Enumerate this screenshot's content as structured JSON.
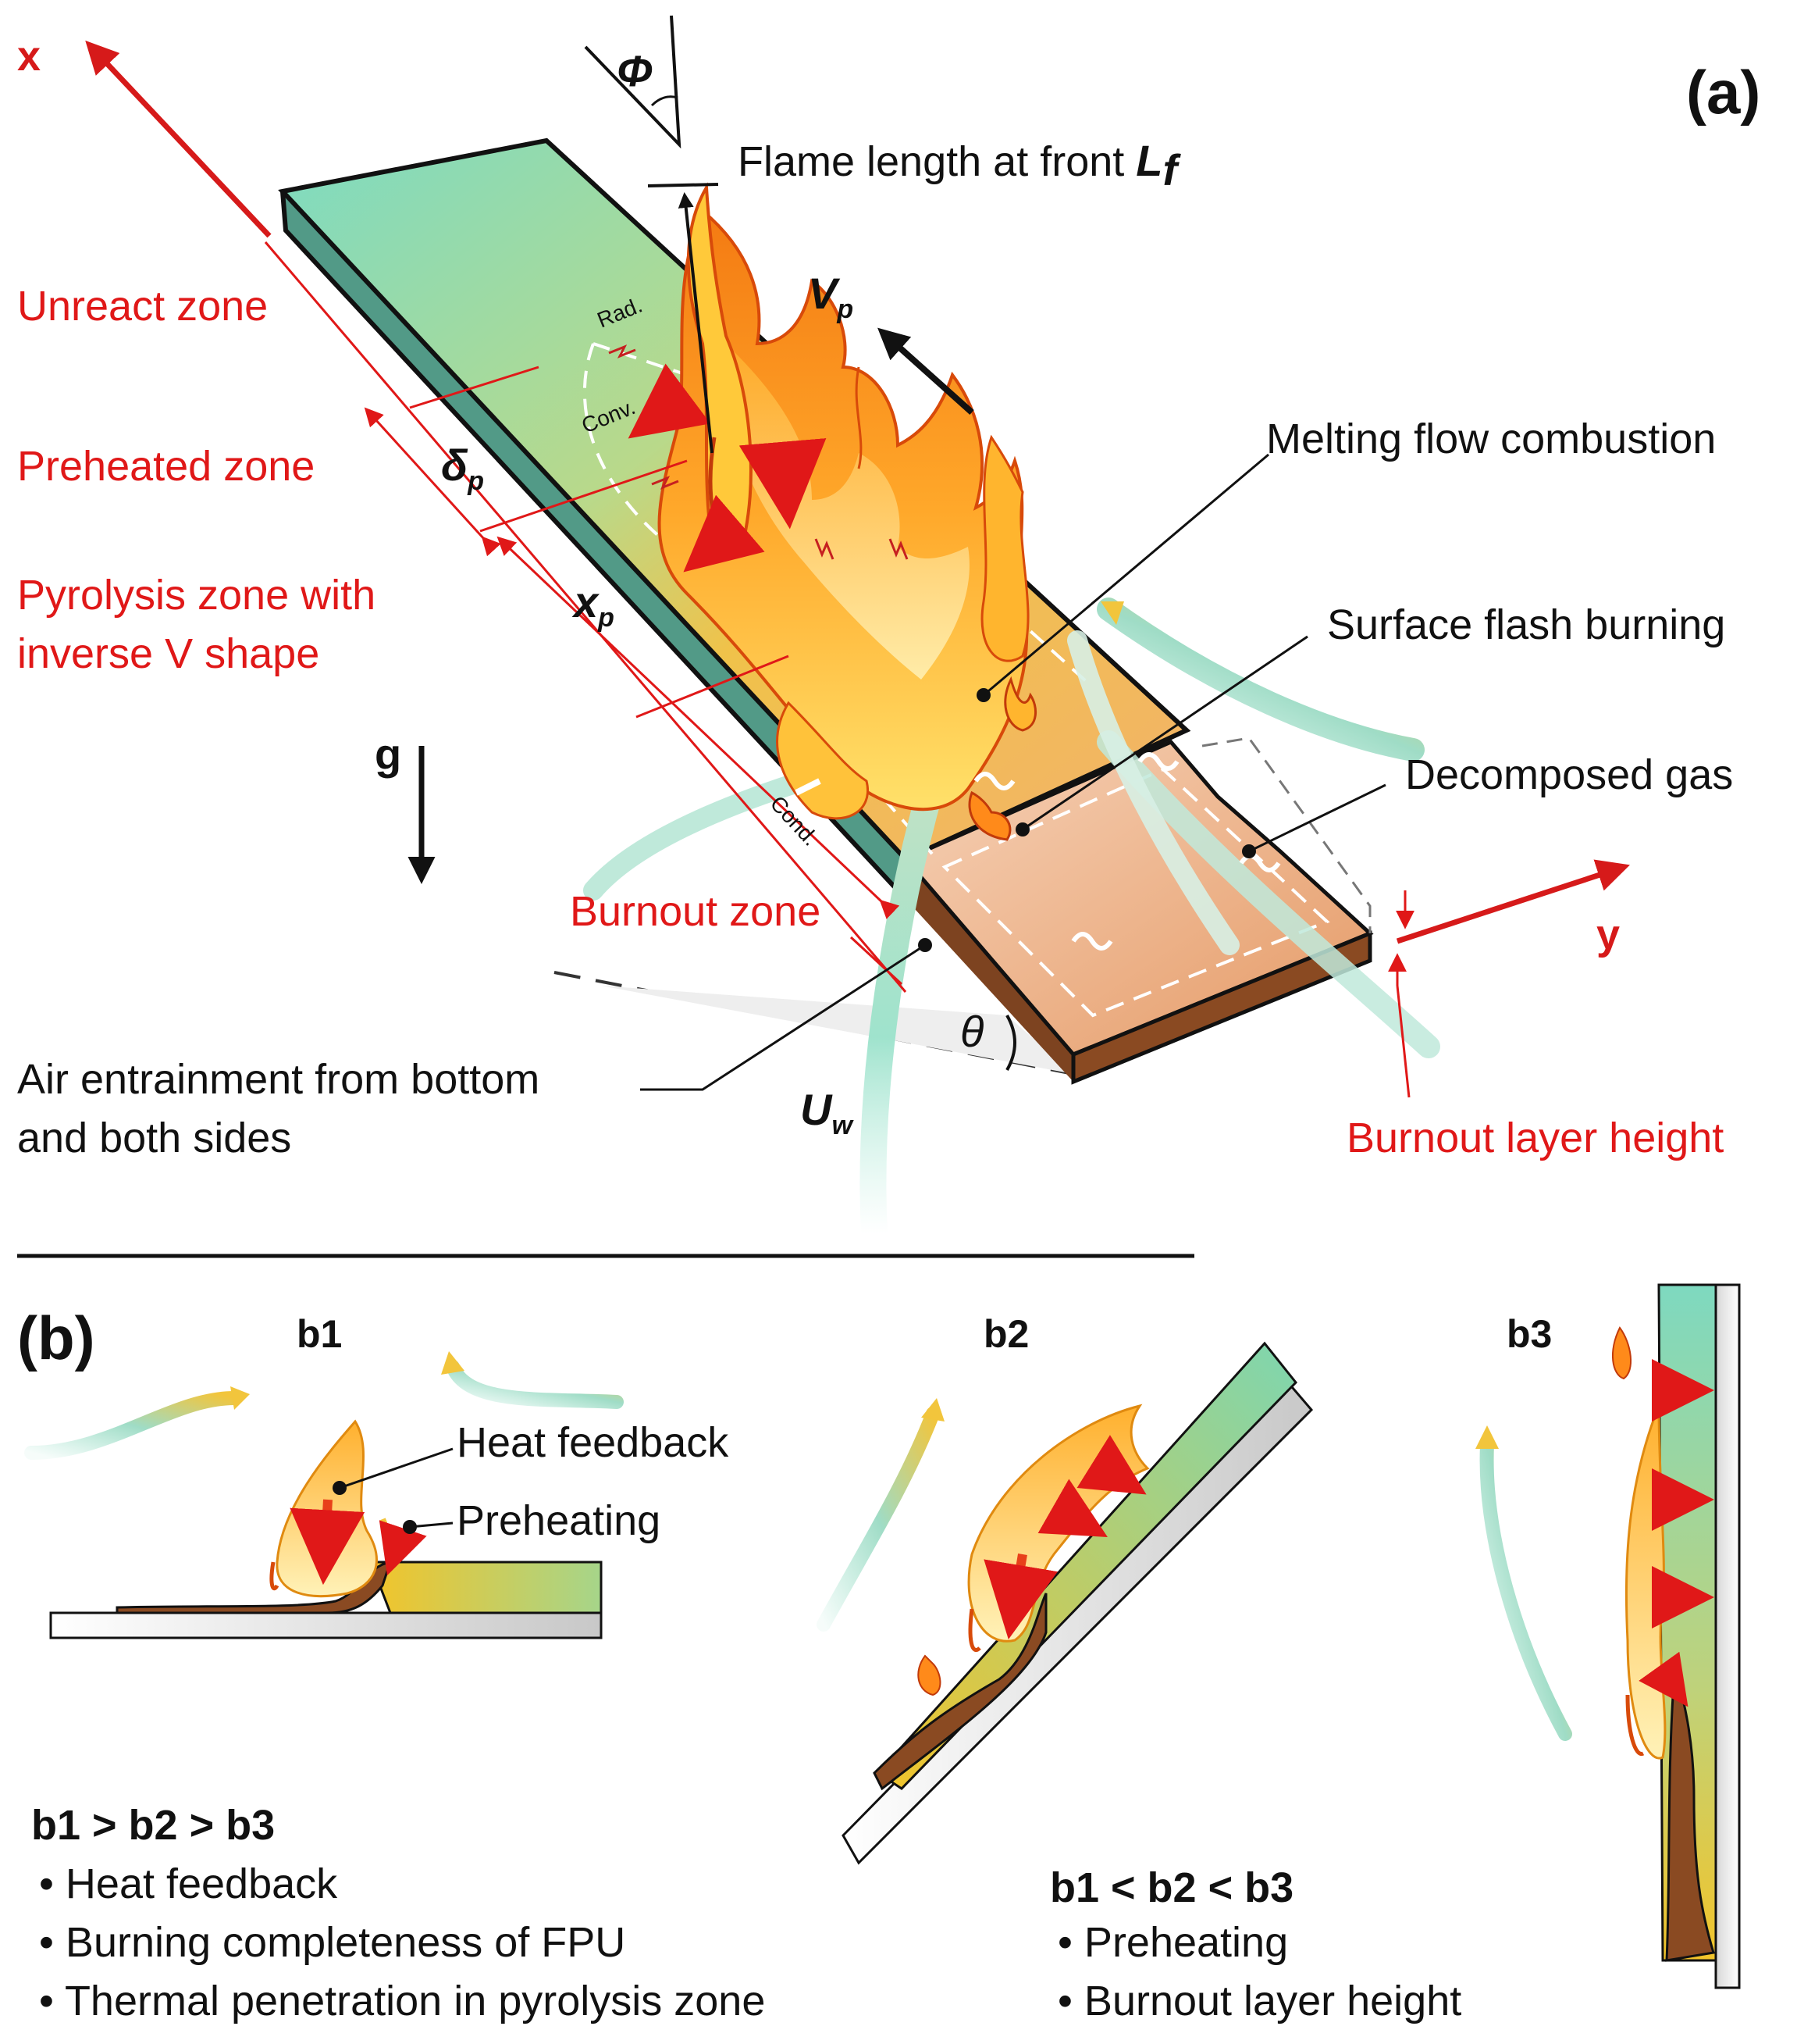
{
  "panel_a": {
    "tag": "(a)",
    "axis_x": "x",
    "axis_y": "y",
    "gravity": "g",
    "phi": "Φ",
    "theta": "θ",
    "flame_length_label": "Flame length at front ",
    "flame_length_symbol": "L",
    "flame_length_sub": "f",
    "vp_symbol": "V",
    "vp_sub": "p",
    "delta_symbol": "δ",
    "delta_sub": "p",
    "xp_symbol": "x",
    "xp_sub": "p",
    "uw_symbol": "U",
    "uw_sub": "w",
    "zones": {
      "unreact": "Unreact zone",
      "preheated": "Preheated zone",
      "pyrolysis_1": "Pyrolysis zone with",
      "pyrolysis_2": "inverse V shape",
      "burnout": "Burnout zone"
    },
    "callouts": {
      "melting": "Melting flow combustion",
      "surface": "Surface flash burning",
      "decomposed": "Decomposed gas",
      "air_1": "Air entrainment from bottom",
      "air_2": "and both sides",
      "burnout_height": "Burnout layer height"
    },
    "heat_modes": {
      "rad": "Rad.",
      "conv": "Conv.",
      "cond": "Cond."
    }
  },
  "panel_b": {
    "tag": "(b)",
    "b1": "b1",
    "b2": "b2",
    "b3": "b3",
    "heat_feedback": "Heat feedback",
    "preheating_callout": "Preheating",
    "list_left": {
      "heading": "b1 > b2 > b3",
      "items": [
        "Heat feedback",
        "Burning completeness of FPU",
        "Thermal penetration in pyrolysis zone"
      ]
    },
    "list_right": {
      "heading": "b1 < b2 < b3",
      "items": [
        "Preheating",
        "Burnout layer height"
      ]
    }
  },
  "colors": {
    "red": "#e01818",
    "unburnt_foam": "#7ed9bf",
    "char": "#8a4a22",
    "flame_yellow": "#ffd23a",
    "flame_orange": "#f57a10"
  }
}
